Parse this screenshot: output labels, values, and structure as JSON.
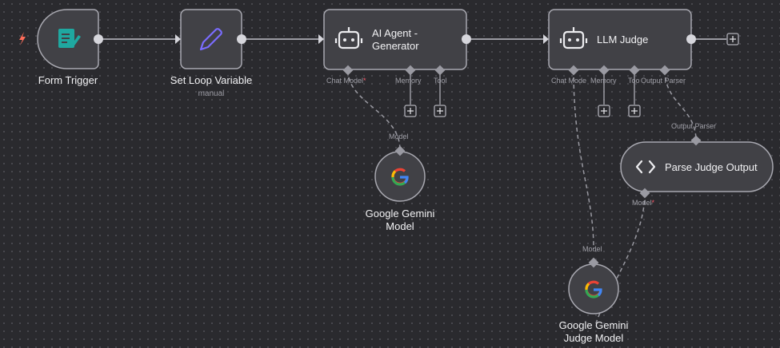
{
  "canvas": {
    "background": "#2a2a2e",
    "node_fill": "#414146",
    "node_border": "#9a9aa2",
    "accent_trigger": "#ff6d5a",
    "icon_teal": "#1fa8a0",
    "icon_purple": "#7a6cff"
  },
  "nodes": {
    "form_trigger": {
      "label": "Form Trigger",
      "icon": "form-icon"
    },
    "set_loop": {
      "label": "Set Loop Variable",
      "subtitle": "manual",
      "icon": "pencil-icon"
    },
    "agent_generator": {
      "label_line1": "AI Agent -",
      "label_line2": "Generator",
      "icon": "robot-icon",
      "ports": {
        "chat_model": "Chat Model",
        "memory": "Memory",
        "tool": "Tool"
      }
    },
    "llm_judge": {
      "label": "LLM Judge",
      "icon": "robot-icon",
      "ports": {
        "chat_model": "Chat Mode",
        "memory": "Memory",
        "tool": "Too",
        "output_parser": "Output Parser"
      }
    },
    "gemini_model": {
      "label_line1": "Google Gemini",
      "label_line2": "Model",
      "port": "Model",
      "icon": "google-icon"
    },
    "parse_judge": {
      "label": "Parse Judge Output",
      "port_top": "Output Parser",
      "port_bottom": "Model",
      "icon": "code-brackets-icon"
    },
    "gemini_judge": {
      "label_line1": "Google Gemini",
      "label_line2": "Judge Model",
      "port": "Model",
      "icon": "google-icon"
    }
  },
  "required_mark": "*"
}
